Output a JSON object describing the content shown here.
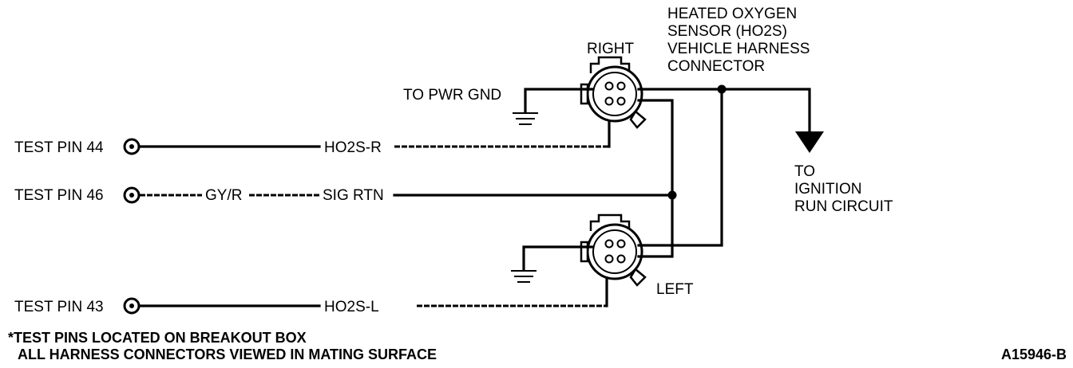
{
  "sensor_title": [
    "HEATED OXYGEN",
    "SENSOR (HO2S)",
    "VEHICLE HARNESS",
    "CONNECTOR"
  ],
  "connector_right_label": "RIGHT",
  "connector_left_label": "LEFT",
  "pwr_gnd_label": "TO PWR GND",
  "ignition_label": [
    "TO",
    "IGNITION",
    "RUN CIRCUIT"
  ],
  "test_pins": [
    {
      "pin_label": "TEST PIN 44",
      "wire_label": "HO2S-R",
      "color_label": ""
    },
    {
      "pin_label": "TEST PIN 46",
      "wire_label": "SIG RTN",
      "color_label": "GY/R"
    },
    {
      "pin_label": "TEST PIN 43",
      "wire_label": "HO2S-L",
      "color_label": ""
    }
  ],
  "footnote": [
    "*TEST PINS LOCATED ON BREAKOUT BOX",
    "ALL HARNESS CONNECTORS VIEWED IN MATING SURFACE"
  ],
  "figure_id": "A15946-B",
  "colors": {
    "ink": "#000000",
    "background": "#ffffff"
  }
}
